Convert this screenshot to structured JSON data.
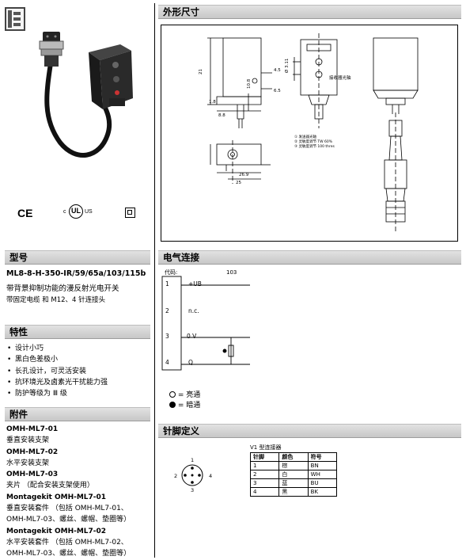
{
  "header_right": "外形尺寸",
  "sections": {
    "model": "型号",
    "electrical": "电气连接",
    "features": "特性",
    "accessories": "附件",
    "pinout": "针脚定义"
  },
  "model": {
    "code": "ML8-8-H-350-IR/59/65a/103/115b",
    "desc1": "带背景抑制功能的漫反射光电开关",
    "desc2": "带固定电缆 和 M12、4 针连接头"
  },
  "certifications": [
    "CE",
    "cULus",
    "□"
  ],
  "features": [
    "设计小巧",
    "黑白色差极小",
    "长孔设计，可灵活安装",
    "抗环境光及卤素光干扰能力强",
    "防护等级为 Ⅲ 级"
  ],
  "accessories": [
    {
      "code": "OMH-ML7-01",
      "desc": [
        "垂直安装支架"
      ]
    },
    {
      "code": "OMH-ML7-02",
      "desc": [
        "水平安装支架"
      ]
    },
    {
      "code": "OMH-ML7-03",
      "desc": [
        "夹片 （配合安装支架使用）"
      ]
    },
    {
      "code": "Montagekit OMH-ML7-01",
      "desc": [
        "垂直安装套件 （包括 OMH-ML7-01、",
        "OMH-ML7-03、螺丝、螺帽、垫圈等）"
      ]
    },
    {
      "code": "Montagekit OMH-ML7-02",
      "desc": [
        "水平安装套件 （包括 OMH-ML7-02、",
        "OMH-ML7-03、螺丝、螺帽、垫圈等）"
      ]
    }
  ],
  "electrical": {
    "code_label": "代码:",
    "code_value": "103",
    "pins": [
      {
        "num": "1",
        "label": "+UB"
      },
      {
        "num": "2",
        "label": "n.c."
      },
      {
        "num": "3",
        "label": "0 V"
      },
      {
        "num": "4",
        "label": "Q"
      }
    ],
    "legend_on": "= 亮通",
    "legend_off": "= 暗通"
  },
  "pinout": {
    "connector_label": "V1 型连接器",
    "headers": [
      "针脚",
      "颜色",
      "符号"
    ],
    "rows": [
      [
        "1",
        "棕",
        "BN"
      ],
      [
        "2",
        "白",
        "WH"
      ],
      [
        "3",
        "蓝",
        "BU"
      ],
      [
        "4",
        "黑",
        "BK"
      ]
    ],
    "pin_numbers": [
      "1",
      "2",
      "3",
      "4"
    ]
  },
  "drawing": {
    "dims": [
      "21",
      "8.8",
      "10.8",
      "1.8",
      "4.5",
      "6.5",
      "Ø 3.11",
      "26.9",
      "25"
    ],
    "note_label": "接收器光轴",
    "legend": [
      "①  发送器光轴",
      "②  灵敏度调节 TW 60%",
      "③  灵敏度调节 100 thres"
    ]
  },
  "colors": {
    "bar_top": "#e2e2e2",
    "bar_bottom": "#c7c7c7",
    "line": "#000000"
  }
}
